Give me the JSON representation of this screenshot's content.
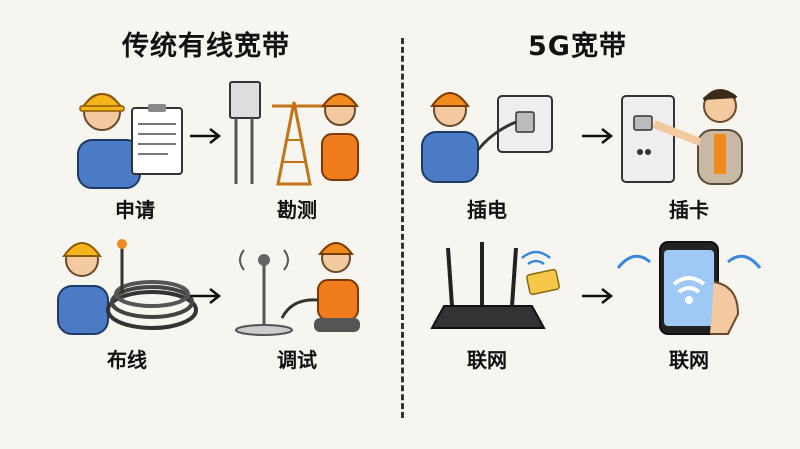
{
  "sections": {
    "traditional": {
      "title": "传统有线宽带"
    },
    "fiveg": {
      "title": "5G宽带"
    }
  },
  "steps": {
    "apply": "申请",
    "survey": "勘测",
    "wiring": "布线",
    "debug": "调试",
    "plug_power": "插电",
    "insert_card": "插卡",
    "router_online": "联网",
    "phone_online": "联网"
  },
  "icons": [
    "worker-clipboard-icon",
    "surveyor-tower-icon",
    "cable-coil-icon",
    "antenna-debug-icon",
    "wall-outlet-icon",
    "sim-slot-icon",
    "router-icon",
    "phone-wifi-icon",
    "arrow-right-icon"
  ],
  "colors": {
    "helmet": "#f08a1c",
    "shirt": "#4a7bc4",
    "vest": "#f07c1e",
    "wifi": "#3a86e0"
  }
}
